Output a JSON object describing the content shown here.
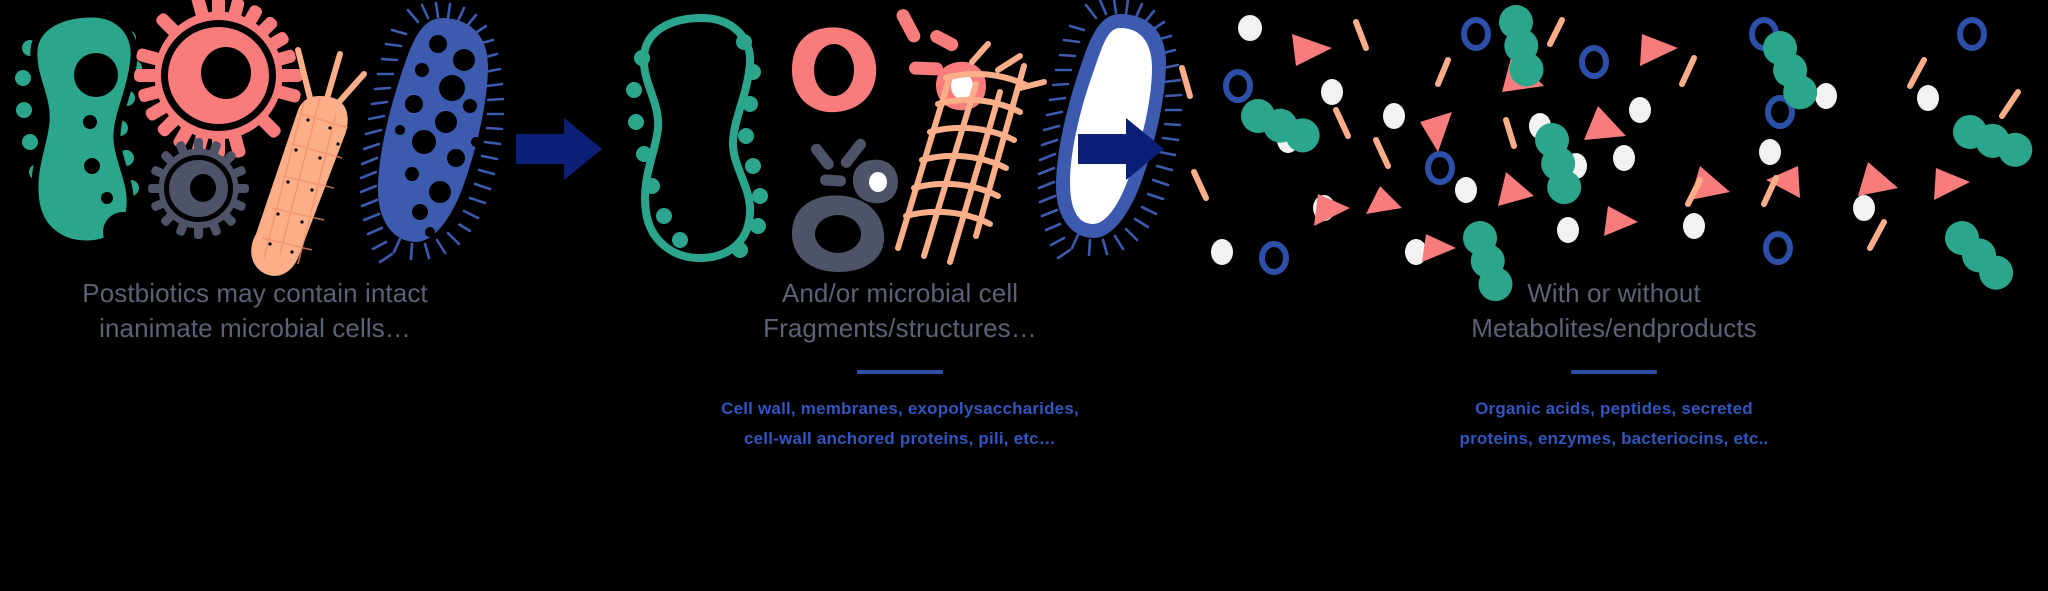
{
  "diagram": {
    "title": "Postbiotics composition flow",
    "background_color": "#000000",
    "colors": {
      "teal": "#2CA58D",
      "coral": "#F97C7C",
      "peach": "#FBAE88",
      "slate": "#4E5368",
      "blue": "#3C5BAF",
      "arrow_navy": "#0B1F77",
      "caption_gray": "#5C6275",
      "sub_blue": "#3256BD",
      "white": "#FFFFFF"
    }
  },
  "panels": [
    {
      "id": "panel-1",
      "caption": {
        "line1": "Postbiotics may contain intact",
        "line2": "inanimate microbial cells…"
      },
      "sub": null,
      "art": {
        "name": "intact-microbial-cells",
        "items": [
          "teal-bacillus-cell",
          "coral-spiky-coccus-cell",
          "slate-spiky-coccus-cell",
          "peach-rod-cell-with-flagella",
          "blue-ciliated-cell"
        ]
      }
    },
    {
      "id": "panel-2",
      "caption": {
        "line1": "And/or microbial cell",
        "line2": "Fragments/structures…"
      },
      "sub": {
        "line1": "Cell wall, membranes, exopolysaccharides,",
        "line2": "cell-wall anchored proteins, pili, etc…"
      },
      "art": {
        "name": "cell-fragments-and-structures",
        "items": [
          "teal-cell-wall-outline",
          "coral-membrane-ring-fragments",
          "slate-membrane-ring-fragments",
          "peach-exopolysaccharide-mesh",
          "blue-ciliated-cell-envelope"
        ]
      }
    },
    {
      "id": "panel-3",
      "caption": {
        "line1": "With or without",
        "line2": "Metabolites/endproducts"
      },
      "sub": {
        "line1": "Organic acids, peptides, secreted",
        "line2": "proteins, enzymes, bacteriocins, etc.."
      },
      "art": {
        "name": "metabolites-and-endproducts",
        "items": [
          "white-circle-metabolite",
          "blue-ring-metabolite",
          "coral-triangle-metabolite",
          "peach-dash-metabolite",
          "teal-chain-metabolite"
        ]
      }
    }
  ],
  "arrows": [
    {
      "id": "arrow-1",
      "name": "flow-arrow-right",
      "direction": "right"
    },
    {
      "id": "arrow-2",
      "name": "flow-arrow-right",
      "direction": "right"
    }
  ]
}
